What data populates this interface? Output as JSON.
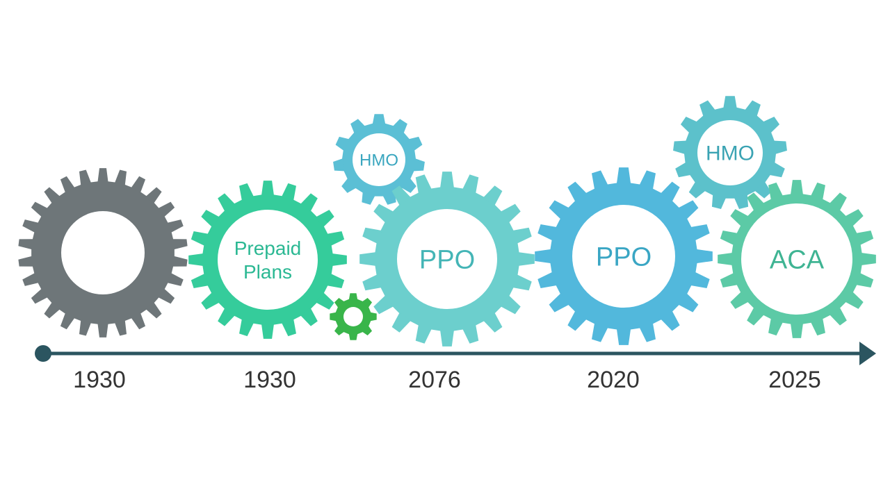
{
  "gears": [
    {
      "id": "gear-1930-plain",
      "label_lines": [],
      "color": "#6e7679"
    },
    {
      "id": "gear-prepaid",
      "label_lines": [
        "Prepaid",
        "Plans"
      ],
      "color": "#35cc9b",
      "text_color": "#2bb893"
    },
    {
      "id": "gear-small-green",
      "label_lines": [],
      "color": "#39b54a"
    },
    {
      "id": "gear-hmo-left",
      "label_lines": [
        "HMO"
      ],
      "color": "#5bbfd5",
      "text_color": "#3aa6bf"
    },
    {
      "id": "gear-ppo-left",
      "label_lines": [
        "PPO"
      ],
      "color": "#6ccfcd",
      "text_color": "#44b5b6"
    },
    {
      "id": "gear-ppo-right",
      "label_lines": [
        "PPO"
      ],
      "color": "#52b8dc",
      "text_color": "#3aa6c4"
    },
    {
      "id": "gear-hmo-right",
      "label_lines": [
        "HMO"
      ],
      "color": "#5cc1cb",
      "text_color": "#3aa3b3"
    },
    {
      "id": "gear-aca",
      "label_lines": [
        "ACA"
      ],
      "color": "#5ccaa6",
      "text_color": "#3fb493"
    }
  ],
  "timeline": {
    "line_color": "#2b5560",
    "years": [
      "1930",
      "1930",
      "2076",
      "2020",
      "2025"
    ]
  }
}
